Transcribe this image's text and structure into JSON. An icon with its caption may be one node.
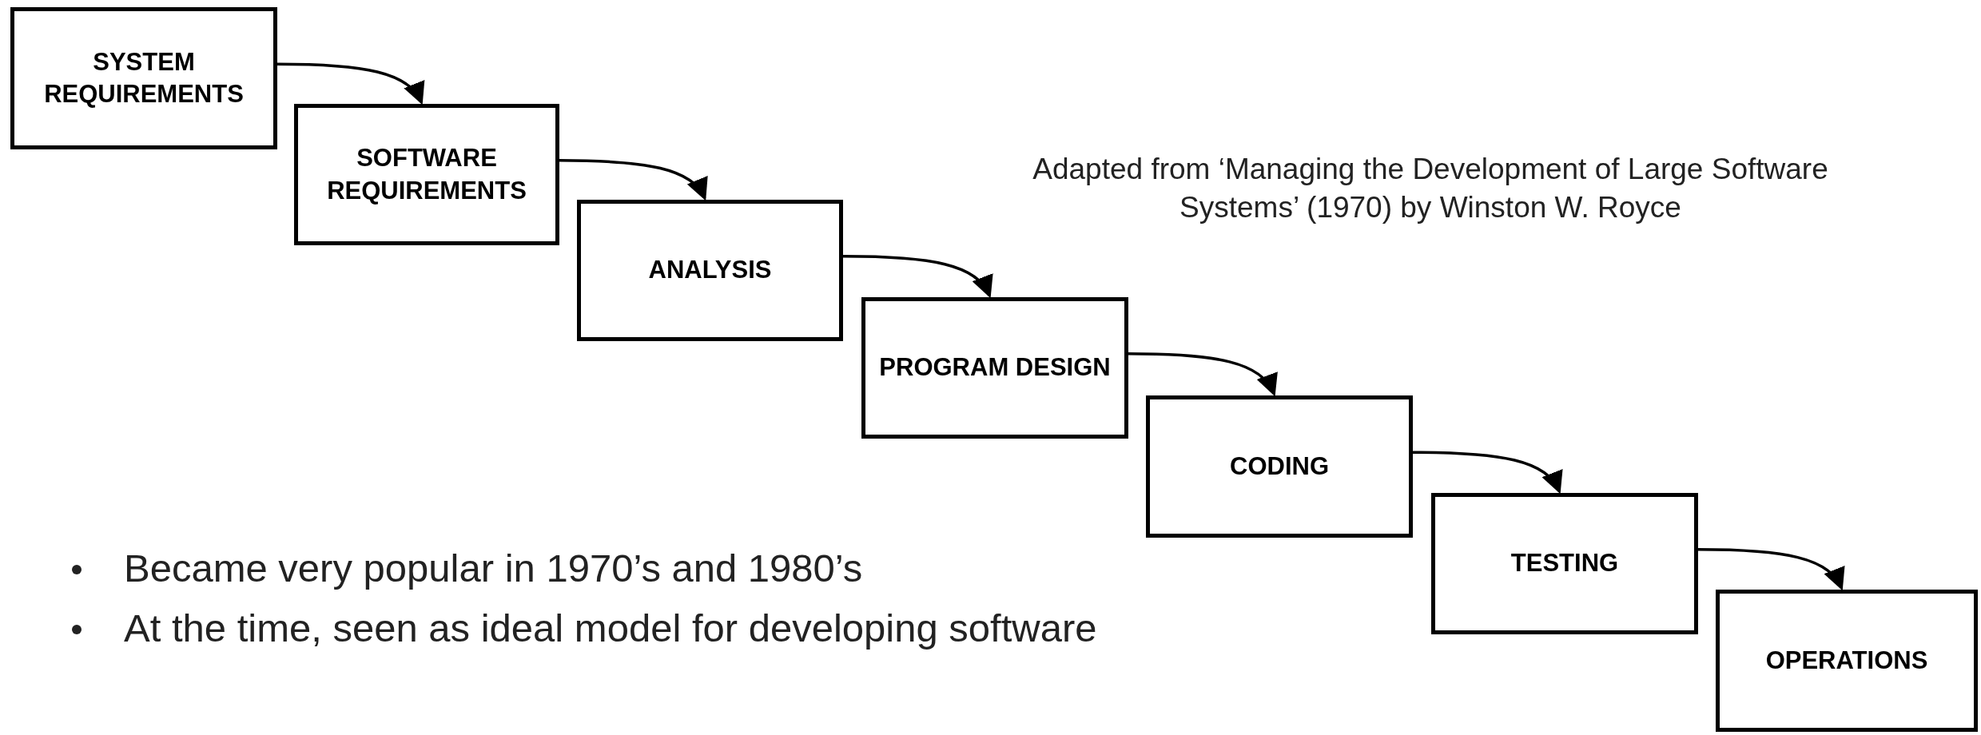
{
  "diagram": {
    "nodes": [
      {
        "text": [
          "SYSTEM REQUIREMENTS"
        ]
      },
      {
        "text": [
          "SOFTWARE REQUIREMENTS"
        ]
      },
      {
        "text": [
          "ANALYSIS"
        ]
      },
      {
        "text": [
          "PROGRAM DESIGN"
        ]
      },
      {
        "text": [
          "CODING"
        ]
      },
      {
        "text": [
          "TESTING"
        ]
      },
      {
        "text": [
          "OPERATIONS"
        ]
      }
    ],
    "edges": [
      {
        "from": 0,
        "to": 1,
        "arrow": "to"
      },
      {
        "from": 1,
        "to": 2,
        "arrow": "to"
      },
      {
        "from": 2,
        "to": 3,
        "arrow": "to"
      },
      {
        "from": 3,
        "to": 4,
        "arrow": "to"
      },
      {
        "from": 4,
        "to": 5,
        "arrow": "to"
      },
      {
        "from": 5,
        "to": 6,
        "arrow": "to"
      }
    ],
    "labels": [
      "Adapted from ‘Managing the Development of Large Software Systems’ (1970) by Winston W. Royce",
      "Became very popular in 1970’s and 1980’s",
      "At the time, seen as ideal model for developing software"
    ]
  }
}
